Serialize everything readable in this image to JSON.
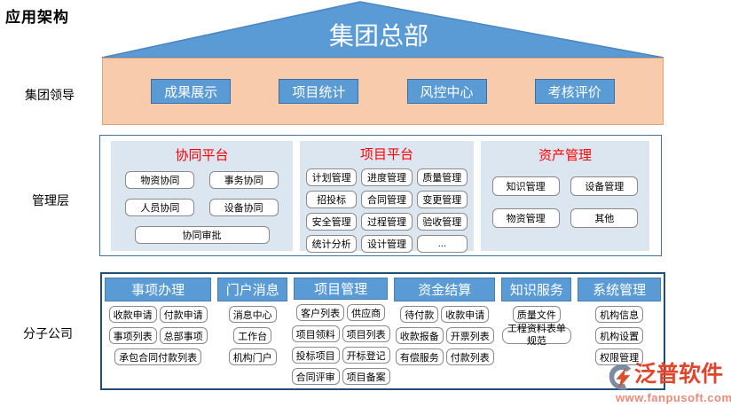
{
  "page": {
    "title": "应用架构"
  },
  "row_labels": {
    "leadership": "集团领导",
    "management": "管理层",
    "subsidiary": "分子公司"
  },
  "roof": {
    "label": "集团总部"
  },
  "leadership": {
    "buttons": [
      "成果展示",
      "项目统计",
      "风控中心",
      "考核评价"
    ]
  },
  "management": {
    "panels": [
      {
        "title": "协同平台",
        "buttons": [
          "物资协同",
          "事务协同",
          "人员协同",
          "设备协同"
        ],
        "wide_button": "协同审批"
      },
      {
        "title": "项目平台",
        "buttons": [
          "计划管理",
          "进度管理",
          "质量管理",
          "招投标",
          "合同管理",
          "变更管理",
          "安全管理",
          "过程管理",
          "验收管理",
          "统计分析",
          "设计管理",
          "..."
        ]
      },
      {
        "title": "资产管理",
        "buttons": [
          "知识管理",
          "设备管理",
          "物资管理",
          "其他"
        ]
      }
    ]
  },
  "subsidiary": {
    "columns": [
      {
        "header": "事项办理",
        "rows": [
          [
            "收款申请",
            "付款申请"
          ],
          [
            "事项列表",
            "总部事项"
          ],
          [
            "承包合同付款列表"
          ]
        ]
      },
      {
        "header": "门户消息",
        "rows": [
          [
            "消息中心"
          ],
          [
            "工作台"
          ],
          [
            "机构门户"
          ]
        ]
      },
      {
        "header": "项目管理",
        "rows": [
          [
            "客户列表",
            "供应商"
          ],
          [
            "项目领料",
            "项目列表"
          ],
          [
            "投标项目",
            "开标登记"
          ],
          [
            "合同评审",
            "项目备案"
          ]
        ]
      },
      {
        "header": "资金结算",
        "rows": [
          [
            "待付款",
            "收款申请"
          ],
          [
            "收款报备",
            "开票列表"
          ],
          [
            "有偿服务",
            "付款列表"
          ]
        ]
      },
      {
        "header": "知识服务",
        "rows": [
          [
            "质量文件"
          ],
          [
            "工程资料表单规范"
          ]
        ]
      },
      {
        "header": "系统管理",
        "rows": [
          [
            "机构信息"
          ],
          [
            "机构设置"
          ],
          [
            "权限管理"
          ]
        ]
      }
    ]
  },
  "watermark": {
    "brand": "泛普软件",
    "url": "www.fanpusoft.com"
  },
  "colors": {
    "roof_blue": "#5b9bd5",
    "band_orange": "#f8cbad",
    "panel_blue": "#dce6f1",
    "title_red": "#ff0000",
    "header_blue": "#5b9bd5",
    "container_border": "#41719c",
    "subsidiary_border": "#1f4e79",
    "watermark_red": "#e0462c"
  }
}
